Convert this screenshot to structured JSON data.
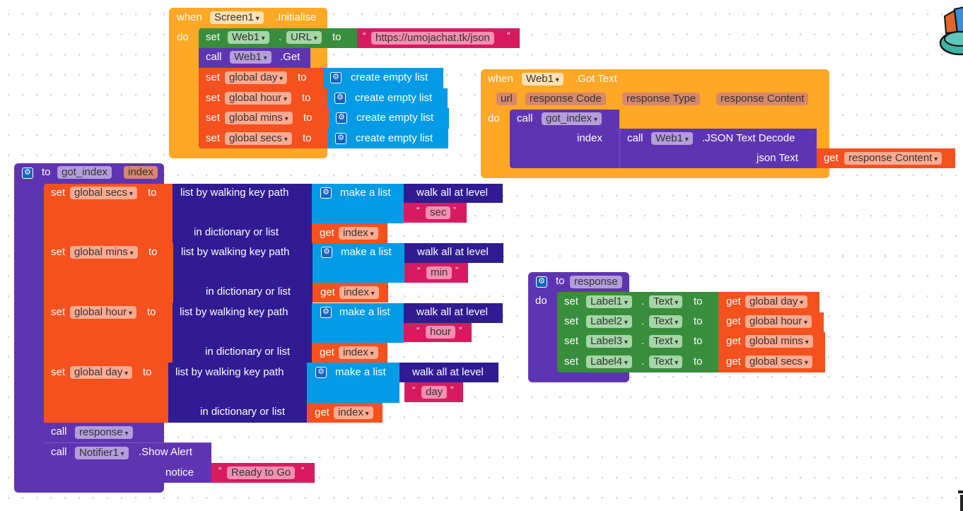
{
  "init_event": {
    "when": "when",
    "component": "Screen1",
    "event": ".Initialise",
    "do": "do",
    "set_url": {
      "set": "set",
      "component": "Web1",
      "dot": ".",
      "property": "URL",
      "to": "to",
      "value": "https://umojachat.tk/json"
    },
    "call_get": {
      "call": "call",
      "component": "Web1",
      "method": ".Get"
    },
    "set_lists": [
      {
        "set": "set",
        "var": "global day",
        "to": "to",
        "value": "create empty list"
      },
      {
        "set": "set",
        "var": "global hour",
        "to": "to",
        "value": "create empty list"
      },
      {
        "set": "set",
        "var": "global mins",
        "to": "to",
        "value": "create empty list"
      },
      {
        "set": "set",
        "var": "global secs",
        "to": "to",
        "value": "create empty list"
      }
    ]
  },
  "gottext_event": {
    "when": "when",
    "component": "Web1",
    "event": ".Got Text",
    "params": [
      "url",
      "response Code",
      "response Type",
      "response Content"
    ],
    "do": "do",
    "call": "call",
    "procedure": "got_index",
    "arg_label": "index",
    "decode_call": "call",
    "decode_component": "Web1",
    "decode_method": ".JSON Text Decode",
    "json_label": "json Text",
    "get": "get",
    "get_var": "response Content"
  },
  "got_index_proc": {
    "to": "to",
    "name": "got_index",
    "param": "index",
    "do": "do",
    "rows": [
      {
        "set": "set",
        "var": "global secs",
        "to": "to",
        "walk": "list by walking key path",
        "make": "make a list",
        "level": "walk all at level",
        "key": "sec",
        "dict": "in dictionary or list",
        "get": "get",
        "get_var": "index"
      },
      {
        "set": "set",
        "var": "global mins",
        "to": "to",
        "walk": "list by walking key path",
        "make": "make a list",
        "level": "walk all at level",
        "key": "min",
        "dict": "in dictionary or list",
        "get": "get",
        "get_var": "index"
      },
      {
        "set": "set",
        "var": "global hour",
        "to": "to",
        "walk": "list by walking key path",
        "make": "make a list",
        "level": "walk all at level",
        "key": "hour",
        "dict": "in dictionary or list",
        "get": "get",
        "get_var": "index"
      },
      {
        "set": "set",
        "var": "global day",
        "to": "to",
        "walk": "list by walking key path",
        "make": "make a list",
        "level": "walk all at level",
        "key": "day",
        "dict": "in dictionary or list",
        "get": "get",
        "get_var": "index"
      }
    ],
    "call_response": {
      "call": "call",
      "procedure": "response"
    },
    "alert": {
      "call": "call",
      "component": "Notifier1",
      "method": ".Show Alert",
      "notice": "notice",
      "value": "Ready to Go"
    }
  },
  "response_proc": {
    "to": "to",
    "name": "response",
    "do": "do",
    "rows": [
      {
        "set": "set",
        "component": "Label1",
        "dot": ".",
        "property": "Text",
        "to": "to",
        "get": "get",
        "var": "global day"
      },
      {
        "set": "set",
        "component": "Label2",
        "dot": ".",
        "property": "Text",
        "to": "to",
        "get": "get",
        "var": "global hour"
      },
      {
        "set": "set",
        "component": "Label3",
        "dot": ".",
        "property": "Text",
        "to": "to",
        "get": "get",
        "var": "global mins"
      },
      {
        "set": "set",
        "component": "Label4",
        "dot": ".",
        "property": "Text",
        "to": "to",
        "get": "get",
        "var": "global secs"
      }
    ]
  },
  "icons": {
    "gear": "⚙",
    "backpack": "backpack-icon",
    "trash": "trash-icon"
  }
}
